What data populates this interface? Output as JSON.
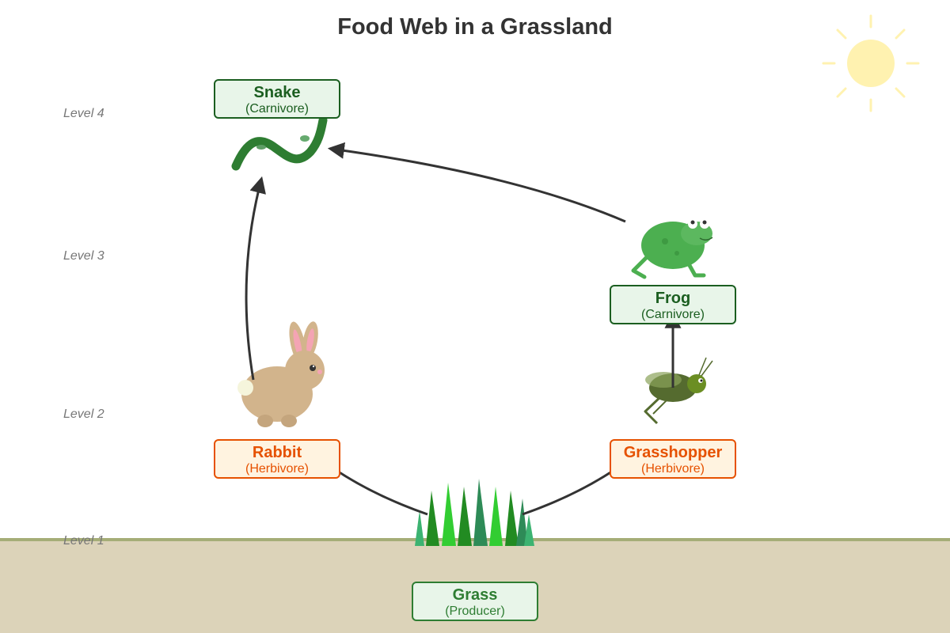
{
  "title": "Food Web in a Grassland",
  "levels": [
    "Level 4",
    "Level 3",
    "Level 2",
    "Level 1"
  ],
  "organisms": {
    "snake": {
      "name": "Snake",
      "role": "(Carnivore)"
    },
    "frog": {
      "name": "Frog",
      "role": "(Carnivore)"
    },
    "rabbit": {
      "name": "Rabbit",
      "role": "(Herbivore)"
    },
    "grasshopper": {
      "name": "Grasshopper",
      "role": "(Herbivore)"
    },
    "grass": {
      "name": "Grass",
      "role": "(Producer)"
    }
  },
  "energy_flow": [
    {
      "from": "Grass",
      "to": "Rabbit"
    },
    {
      "from": "Grass",
      "to": "Grasshopper"
    },
    {
      "from": "Rabbit",
      "to": "Snake"
    },
    {
      "from": "Grasshopper",
      "to": "Frog"
    },
    {
      "from": "Frog",
      "to": "Snake"
    }
  ],
  "colors": {
    "carnivore": "#1b5e20",
    "herbivore": "#e65100",
    "producer": "#2e7d32",
    "ground": "#dcd3b9",
    "sun": "#fff2b0",
    "arrow": "#333333"
  },
  "icons": [
    "sun-icon",
    "snake-icon",
    "frog-icon",
    "rabbit-icon",
    "grasshopper-icon",
    "grass-icon"
  ]
}
